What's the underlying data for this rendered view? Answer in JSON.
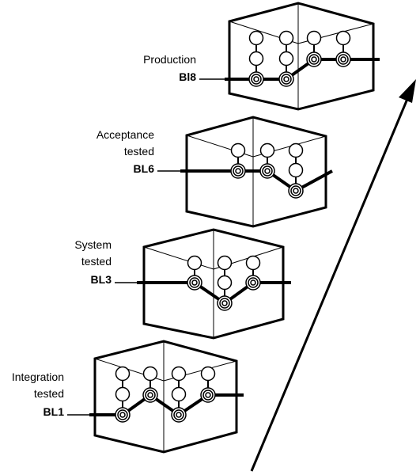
{
  "colors": {
    "stroke": "#000000",
    "background": "#ffffff"
  },
  "stages": [
    {
      "lines": [
        "Integration",
        "tested"
      ],
      "baseline": "BL1"
    },
    {
      "lines": [
        "System",
        "tested"
      ],
      "baseline": "BL3"
    },
    {
      "lines": [
        "Acceptance",
        "tested"
      ],
      "baseline": "BL6"
    },
    {
      "lines": [
        "Production"
      ],
      "baseline": "Bl8"
    }
  ],
  "icons": {
    "trend": "arrow-up-right-icon"
  }
}
